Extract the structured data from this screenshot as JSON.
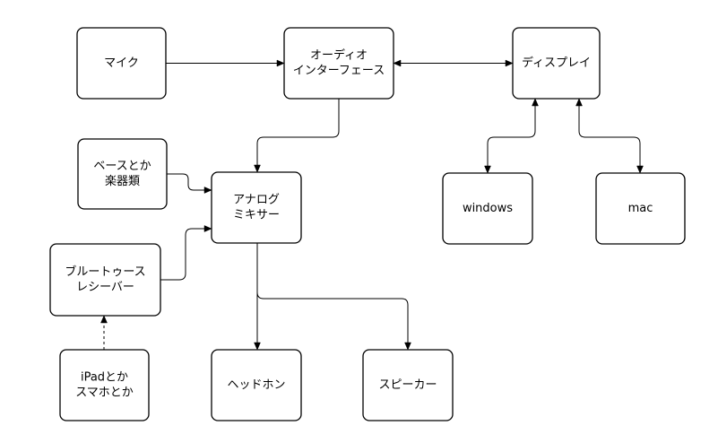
{
  "nodes": {
    "mic": {
      "lines": [
        "マイク"
      ]
    },
    "audio_interface": {
      "lines": [
        "オーディオ",
        "インターフェース"
      ]
    },
    "display": {
      "lines": [
        "ディスプレイ"
      ]
    },
    "bass": {
      "lines": [
        "ベースとか",
        "楽器類"
      ]
    },
    "mixer": {
      "lines": [
        "アナログ",
        "ミキサー"
      ]
    },
    "windows": {
      "lines": [
        "windows"
      ]
    },
    "mac": {
      "lines": [
        "mac"
      ]
    },
    "bluetooth": {
      "lines": [
        "ブルートゥース",
        "レシーバー"
      ]
    },
    "ipad": {
      "lines": [
        "iPadとか",
        "スマホとか"
      ]
    },
    "headphones": {
      "lines": [
        "ヘッドホン"
      ]
    },
    "speaker": {
      "lines": [
        "スピーカー"
      ]
    }
  },
  "edges": [
    {
      "from": "mic",
      "to": "audio_interface",
      "style": "solid",
      "arrows": "end"
    },
    {
      "from": "audio_interface",
      "to": "display",
      "style": "solid",
      "arrows": "both"
    },
    {
      "from": "audio_interface",
      "to": "mixer",
      "style": "solid",
      "arrows": "end"
    },
    {
      "from": "display",
      "to": "windows",
      "style": "solid",
      "arrows": "both"
    },
    {
      "from": "display",
      "to": "mac",
      "style": "solid",
      "arrows": "both"
    },
    {
      "from": "bass",
      "to": "mixer",
      "style": "solid",
      "arrows": "end"
    },
    {
      "from": "bluetooth",
      "to": "mixer",
      "style": "solid",
      "arrows": "end"
    },
    {
      "from": "ipad",
      "to": "bluetooth",
      "style": "dashed",
      "arrows": "end"
    },
    {
      "from": "mixer",
      "to": "headphones",
      "style": "solid",
      "arrows": "end"
    },
    {
      "from": "mixer",
      "to": "speaker",
      "style": "solid",
      "arrows": "end"
    }
  ]
}
